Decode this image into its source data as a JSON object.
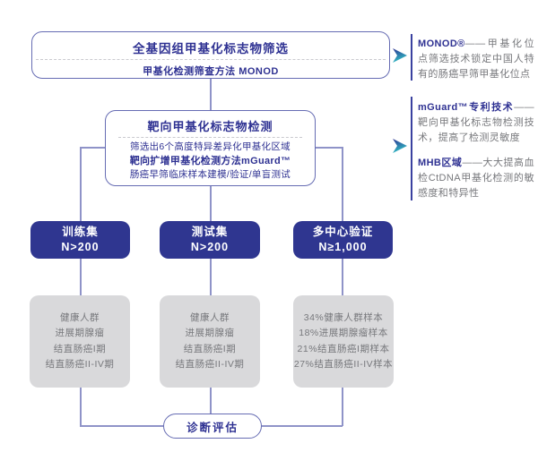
{
  "diagram": {
    "type": "flowchart",
    "language": "zh-CN",
    "topic": "肠癌早筛甲基化标志物筛选与验证流程"
  },
  "colors": {
    "navy_text": "#2e3192",
    "box_border": "#666cb3",
    "connector": "#8f93c8",
    "navy_fill": "#2f3690",
    "gray_fill": "#d9d9db",
    "gray_text": "#77787c",
    "teal_accent": "#2fc1c5",
    "annotation_rule": "#3a41a0"
  },
  "flow": {
    "step1": {
      "title": "全基因组甲基化标志物筛选",
      "subtitle": "甲基化检测筛查方法 MONOD"
    },
    "step2": {
      "title": "靶向甲基化标志物检测",
      "line1": "筛选出6个高度特异差异化甲基化区域",
      "line2": "靶向扩增甲基化检测方法mGuard™",
      "line3": "肠癌早筛临床样本建模/验证/单盲测试"
    },
    "cohorts": [
      {
        "name": "训练集",
        "n": "N>200",
        "samples": [
          "健康人群",
          "进展期腺瘤",
          "结直肠癌I期",
          "结直肠癌II-IV期"
        ]
      },
      {
        "name": "测试集",
        "n": "N>200",
        "samples": [
          "健康人群",
          "进展期腺瘤",
          "结直肠癌I期",
          "结直肠癌II-IV期"
        ]
      },
      {
        "name": "多中心验证",
        "n": "N≥1,000",
        "samples": [
          "34%健康人群样本",
          "18%进展期腺瘤样本",
          "21%结直肠癌I期样本",
          "27%结直肠癌II-IV样本"
        ]
      }
    ],
    "final": "诊断评估"
  },
  "annotations": {
    "block1": {
      "lead": "MONOD®",
      "text": "——甲基化位点筛选技术锁定中国人特有的肠癌早筛甲基化位点"
    },
    "block2a": {
      "lead": "mGuard™专利技术",
      "text": "——靶向甲基化标志物检测技术，提高了检测灵敏度"
    },
    "block2b": {
      "lead": "MHB区域",
      "text": "——大大提高血检CtDNA甲基化检测的敏感度和特异性"
    }
  }
}
